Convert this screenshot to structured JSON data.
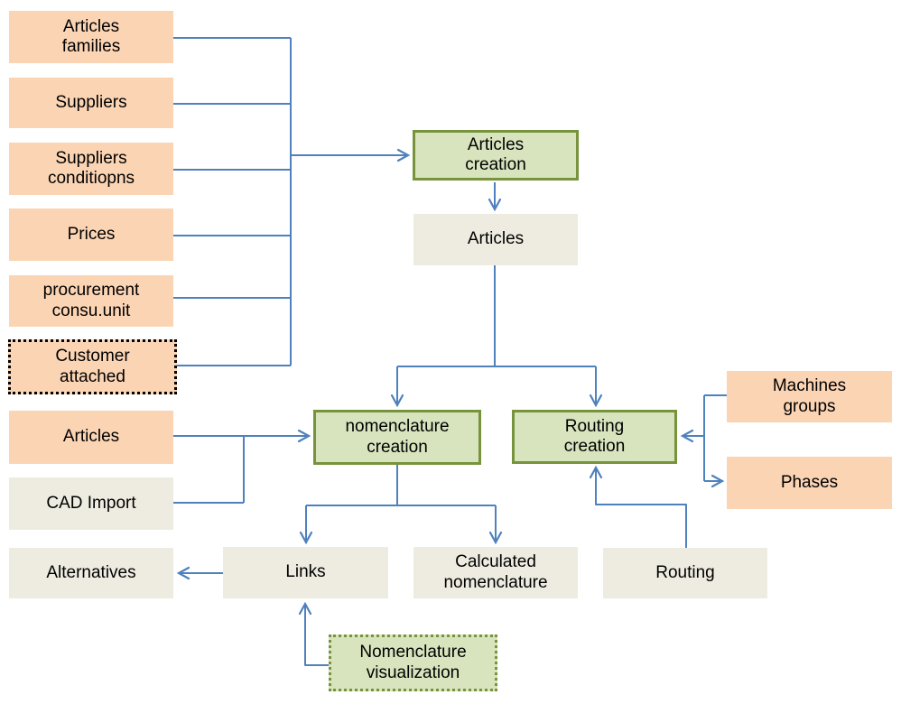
{
  "diagram": {
    "colors": {
      "connector": "#4f81bd",
      "orange_fill": "#fbd4b4",
      "gray_fill": "#eeece1",
      "green_fill": "#d7e4bd",
      "green_border": "#77933c",
      "customer_attached_border": "#000000",
      "text": "#000000",
      "background": "#ffffff"
    },
    "nodes": {
      "articles_families": {
        "label": "Articles\nfamilies",
        "style": "orange"
      },
      "suppliers": {
        "label": "Suppliers",
        "style": "orange"
      },
      "suppliers_conditions": {
        "label": "Suppliers\nconditiopns",
        "style": "orange"
      },
      "prices": {
        "label": "Prices",
        "style": "orange"
      },
      "procurement_consu_unit": {
        "label": "procurement\nconsu.unit",
        "style": "orange"
      },
      "customer_attached": {
        "label": "Customer\nattached",
        "style": "orange-dotted"
      },
      "articles_creation": {
        "label": "Articles\ncreation",
        "style": "green"
      },
      "articles_output": {
        "label": "Articles",
        "style": "gray"
      },
      "nomenclature_creation": {
        "label": "nomenclature\ncreation",
        "style": "green"
      },
      "routing_creation": {
        "label": "Routing\ncreation",
        "style": "green"
      },
      "machines_groups": {
        "label": "Machines\ngroups",
        "style": "orange"
      },
      "phases": {
        "label": "Phases",
        "style": "orange"
      },
      "articles_input": {
        "label": "Articles",
        "style": "orange"
      },
      "cad_import": {
        "label": "CAD Import",
        "style": "gray"
      },
      "alternatives": {
        "label": "Alternatives",
        "style": "gray"
      },
      "links": {
        "label": "Links",
        "style": "gray"
      },
      "calculated_nomenclature": {
        "label": "Calculated\nnomenclature",
        "style": "gray"
      },
      "routing": {
        "label": "Routing",
        "style": "gray"
      },
      "nomenclature_visualization": {
        "label": "Nomenclature\nvisualization",
        "style": "green-dotted"
      }
    },
    "edges": [
      {
        "from": "articles_families",
        "to": "articles_creation"
      },
      {
        "from": "suppliers",
        "to": "articles_creation"
      },
      {
        "from": "suppliers_conditions",
        "to": "articles_creation"
      },
      {
        "from": "prices",
        "to": "articles_creation"
      },
      {
        "from": "procurement_consu_unit",
        "to": "articles_creation"
      },
      {
        "from": "customer_attached",
        "to": "articles_creation"
      },
      {
        "from": "articles_creation",
        "to": "articles_output"
      },
      {
        "from": "articles_output",
        "to": "nomenclature_creation"
      },
      {
        "from": "articles_output",
        "to": "routing_creation"
      },
      {
        "from": "articles_input",
        "to": "nomenclature_creation"
      },
      {
        "from": "cad_import",
        "to": "nomenclature_creation"
      },
      {
        "from": "machines_groups",
        "to": "routing_creation"
      },
      {
        "from": "machines_groups",
        "to": "phases"
      },
      {
        "from": "nomenclature_creation",
        "to": "links"
      },
      {
        "from": "nomenclature_creation",
        "to": "calculated_nomenclature"
      },
      {
        "from": "links",
        "to": "alternatives"
      },
      {
        "from": "nomenclature_visualization",
        "to": "links"
      },
      {
        "from": "routing",
        "to": "routing_creation"
      }
    ]
  }
}
